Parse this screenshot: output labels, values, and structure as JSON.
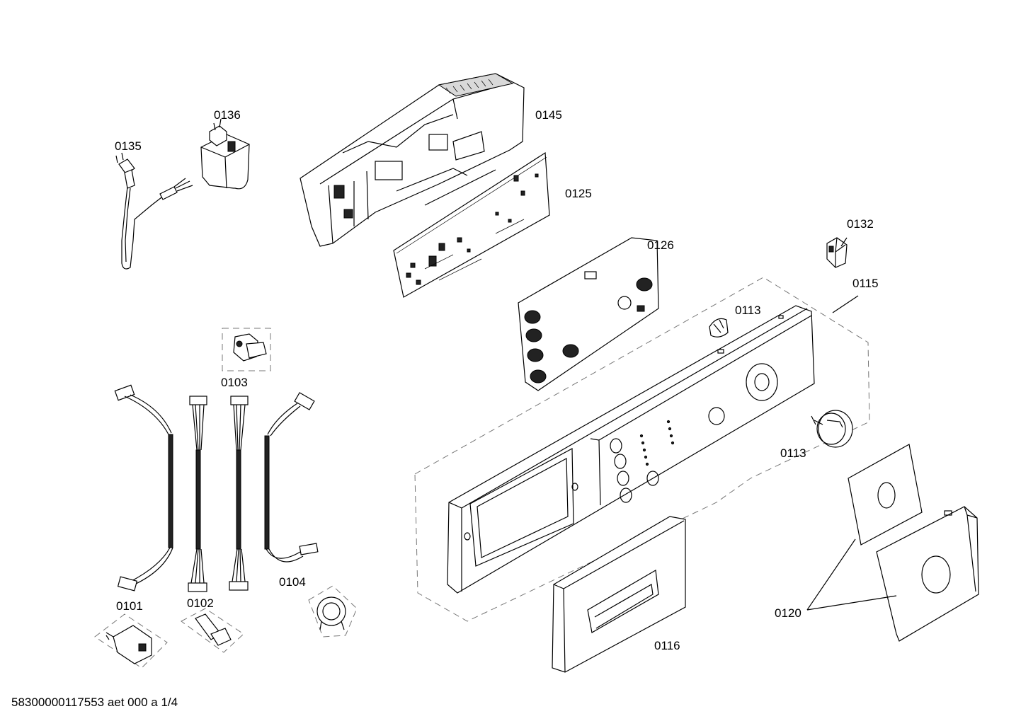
{
  "diagram": {
    "labels": {
      "p0101": "0101",
      "p0102": "0102",
      "p0103": "0103",
      "p0104": "0104",
      "p0113a": "0113",
      "p0113b": "0113",
      "p0115": "0115",
      "p0116": "0116",
      "p0120": "0120",
      "p0125": "0125",
      "p0126": "0126",
      "p0132": "0132",
      "p0135": "0135",
      "p0136": "0136",
      "p0145": "0145"
    },
    "footer": "58300000117553 aet 000 a 1/4"
  }
}
